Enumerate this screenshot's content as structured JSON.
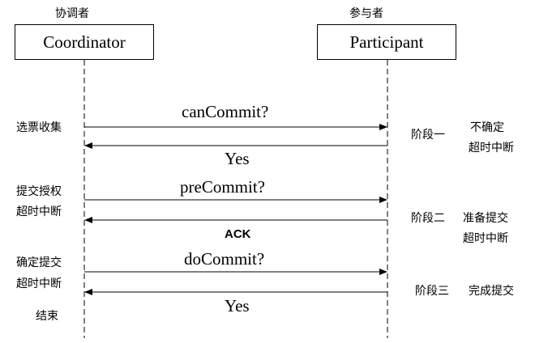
{
  "participants": {
    "left": {
      "role": "协调者",
      "name": "Coordinator"
    },
    "right": {
      "role": "参与者",
      "name": "Participant"
    }
  },
  "messages": [
    {
      "label": "canCommit?",
      "direction": "right"
    },
    {
      "label": "Yes",
      "direction": "left"
    },
    {
      "label": "preCommit?",
      "direction": "right"
    },
    {
      "label": "ACK",
      "direction": "left"
    },
    {
      "label": "doCommit?",
      "direction": "right"
    },
    {
      "label": "Yes",
      "direction": "left"
    }
  ],
  "coordinator_notes": {
    "vote_collect": "选票收集",
    "commit_auth_1": "提交授权",
    "commit_auth_2": "超时中断",
    "confirm_commit_1": "确定提交",
    "confirm_commit_2": "超时中断",
    "end": "结束"
  },
  "phases": {
    "phase1": {
      "label": "阶段一",
      "note1": "不确定",
      "note2": "超时中断"
    },
    "phase2": {
      "label": "阶段二",
      "note1": "准备提交",
      "note2": "超时中断"
    },
    "phase3": {
      "label": "阶段三",
      "note1": "完成提交"
    }
  }
}
